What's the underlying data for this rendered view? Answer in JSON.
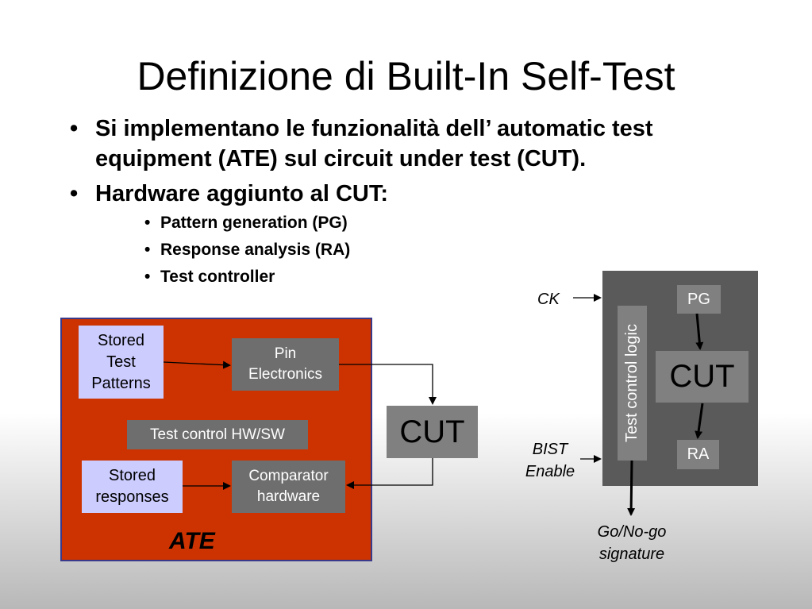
{
  "title": "Definizione di Built-In Self-Test",
  "bullets": [
    {
      "line1": "Si implementano le funzionalità dell’ automatic test",
      "line2": "equipment (ATE) sul circuit under test (CUT)."
    },
    {
      "text": "Hardware aggiunto al CUT:"
    }
  ],
  "sub_bullets": [
    "Pattern generation (PG)",
    "Response analysis (RA)",
    "Test controller"
  ],
  "ate_diagram": {
    "stored_test_patterns": [
      "Stored",
      "Test",
      "Patterns"
    ],
    "pin_electronics": [
      "Pin",
      "Electronics"
    ],
    "test_control": "Test control HW/SW",
    "stored_responses": [
      "Stored",
      "responses"
    ],
    "comparator": [
      "Comparator",
      "hardware"
    ],
    "ate_label": "ATE",
    "cut": "CUT"
  },
  "bist_diagram": {
    "ck": "CK",
    "pg": "PG",
    "test_control_logic": "Test control logic",
    "cut": "CUT",
    "ra": "RA",
    "bist_enable": [
      "BIST",
      "Enable"
    ],
    "signature": [
      "Go/No-go",
      "signature"
    ]
  },
  "colors": {
    "ate_red": "#cc3300",
    "ate_border": "#3a3a8a",
    "lavender": "#ccccff",
    "box_gray": "#6e6e6e",
    "cut_gray": "#808080",
    "bist_dark": "#5a5a5a"
  }
}
